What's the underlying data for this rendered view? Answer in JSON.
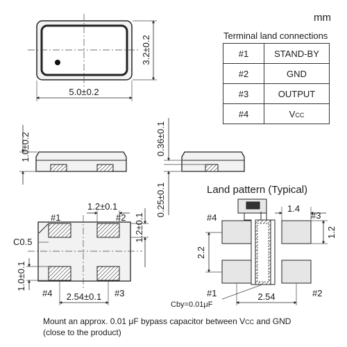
{
  "unit": "mm",
  "table": {
    "title": "Terminal land connections",
    "rows": [
      {
        "pin": "#1",
        "name": "STAND-BY"
      },
      {
        "pin": "#2",
        "name": "GND"
      },
      {
        "pin": "#3",
        "name": "OUTPUT"
      },
      {
        "pin": "#4",
        "name_main": "V",
        "name_sub": "CC"
      }
    ]
  },
  "top_view": {
    "width_dim": "5.0±0.2",
    "height_dim": "3.2±0.2"
  },
  "side_view": {
    "height_dim": "1.0±0.2"
  },
  "end_view": {
    "top_dim": "0.36±0.1",
    "bottom_dim": "0.25±0.1"
  },
  "bottom_view": {
    "pad_width_dim": "1.2±0.1",
    "pad_height_dim": "1.2±0.1",
    "pad_gap_dim": "1.0±0.1",
    "pitch_dim": "2.54±0.1",
    "chamfer": "C0.5",
    "pins": {
      "p1": "#1",
      "p2": "#2",
      "p3": "#3",
      "p4": "#4"
    }
  },
  "land_pattern": {
    "title": "Land pattern (Typical)",
    "dim_pad": "1.4",
    "dim_width": "1.2",
    "dim_height": "2.2",
    "dim_pitch": "2.54",
    "cby": "Cby=0.01μF",
    "pins": {
      "p1": "#1",
      "p2": "#2",
      "p3": "#3",
      "p4": "#4"
    }
  },
  "note": {
    "line1_a": "Mount an approx. 0.01 μF bypass capacitor between V",
    "line1_sub": "CC",
    "line1_b": " and GND",
    "line2": "(close to the product)"
  }
}
